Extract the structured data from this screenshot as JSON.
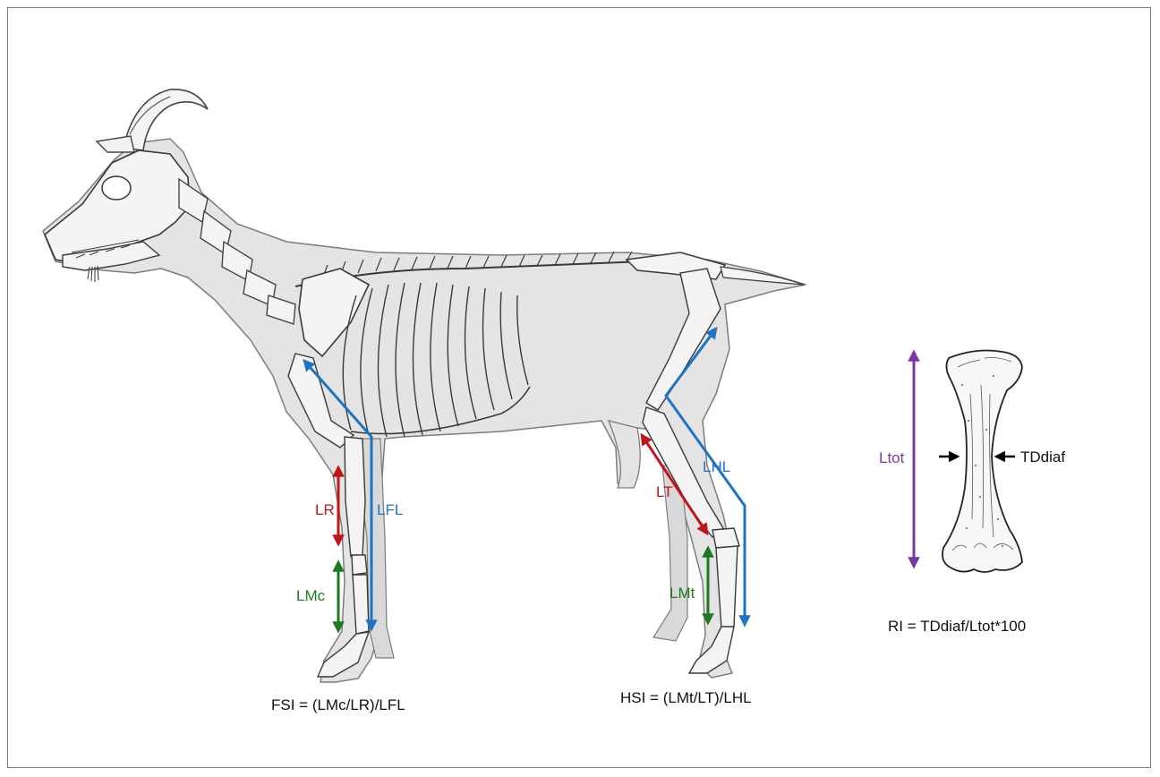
{
  "labels": {
    "lr": "LR",
    "lmc": "LMc",
    "lfl": "LFL",
    "lt": "LT",
    "lmt": "LMt",
    "lhl": "LHL",
    "ltot": "Ltot",
    "tddiaf": "TDdiaf"
  },
  "formulas": {
    "fsi": "FSI = (LMc/LR)/LFL",
    "hsi": "HSI = (LMt/LT)/LHL",
    "ri": "RI = TDdiaf/Ltot*100"
  },
  "colors": {
    "red": "#c0161b",
    "green": "#1e7a1e",
    "blue": "#1f74c1",
    "purple": "#7a37a8",
    "body": "#e4e4e4",
    "outline": "#7d7d7d"
  },
  "icons": [
    "goat-skeleton-icon",
    "bone-icon"
  ]
}
